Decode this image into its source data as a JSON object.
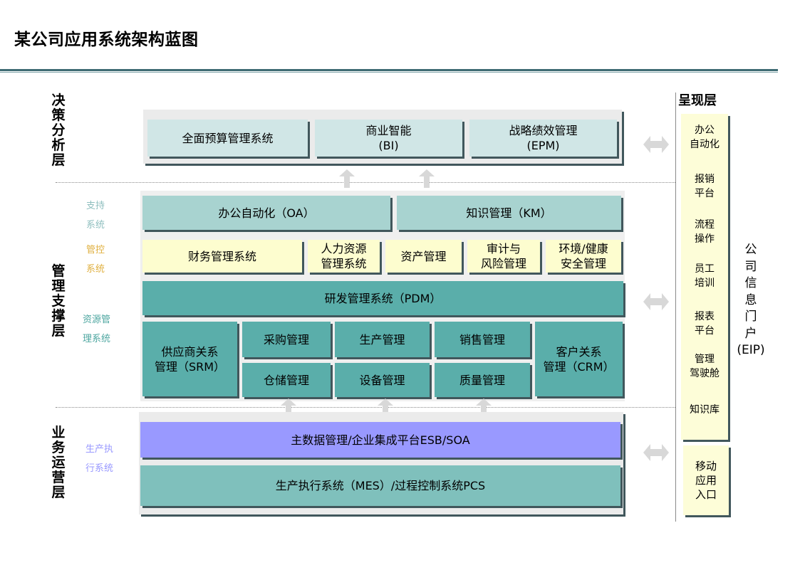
{
  "title": "某公司应用系统架构蓝图",
  "layers": {
    "decision": "决策分析层",
    "management": "管理支撑层",
    "operation": "业务运营层",
    "presentation": "呈现层"
  },
  "side_labels": {
    "support": "支持\n系统",
    "control": "管控\n系统",
    "resource": "资源管\n理系统",
    "production": "生产执\n行系统"
  },
  "decision_boxes": [
    "全面预算管理系统",
    "商业智能\n(BI)",
    "战略绩效管理\n(EPM)"
  ],
  "support_boxes": [
    "办公自动化（OA）",
    "知识管理（KM）"
  ],
  "control_boxes": [
    "财务管理系统",
    "人力资源\n管理系统",
    "资产管理",
    "审计与\n风险管理",
    "环境/健康\n安全管理"
  ],
  "pdm": "研发管理系统（PDM）",
  "resource_boxes": {
    "srm": "供应商关系\n管理（SRM）",
    "purchase": "采购管理",
    "production": "生产管理",
    "sales": "销售管理",
    "storage": "仓储管理",
    "equipment": "设备管理",
    "quality": "质量管理",
    "crm": "客户关系\n管理（CRM）"
  },
  "operation_boxes": {
    "esb": "主数据管理/企业集成平台ESB/SOA",
    "mes": "生产执行系统（MES）/过程控制系统PCS"
  },
  "presentation_items": [
    "办公\n自动化",
    "报销\n平台",
    "流程\n操作",
    "员工\n培训",
    "报表\n平台",
    "管理\n驾驶舱",
    "知识库"
  ],
  "eip": "公\n司\n信\n息\n门\n户\n(EIP)",
  "mobile": "移动\n应用\n入口",
  "colors": {
    "decision_box": "#d0e6e6",
    "support_box": "#a8d3d0",
    "control_box": "#fdfdcf",
    "resource_box": "#5aaeaa",
    "esb_box": "#9999ff",
    "mes_box": "#7fc0bc",
    "support_label": "#8fbfbf",
    "control_label": "#e0b040",
    "resource_label": "#4da6a0",
    "production_label": "#9999ff"
  }
}
